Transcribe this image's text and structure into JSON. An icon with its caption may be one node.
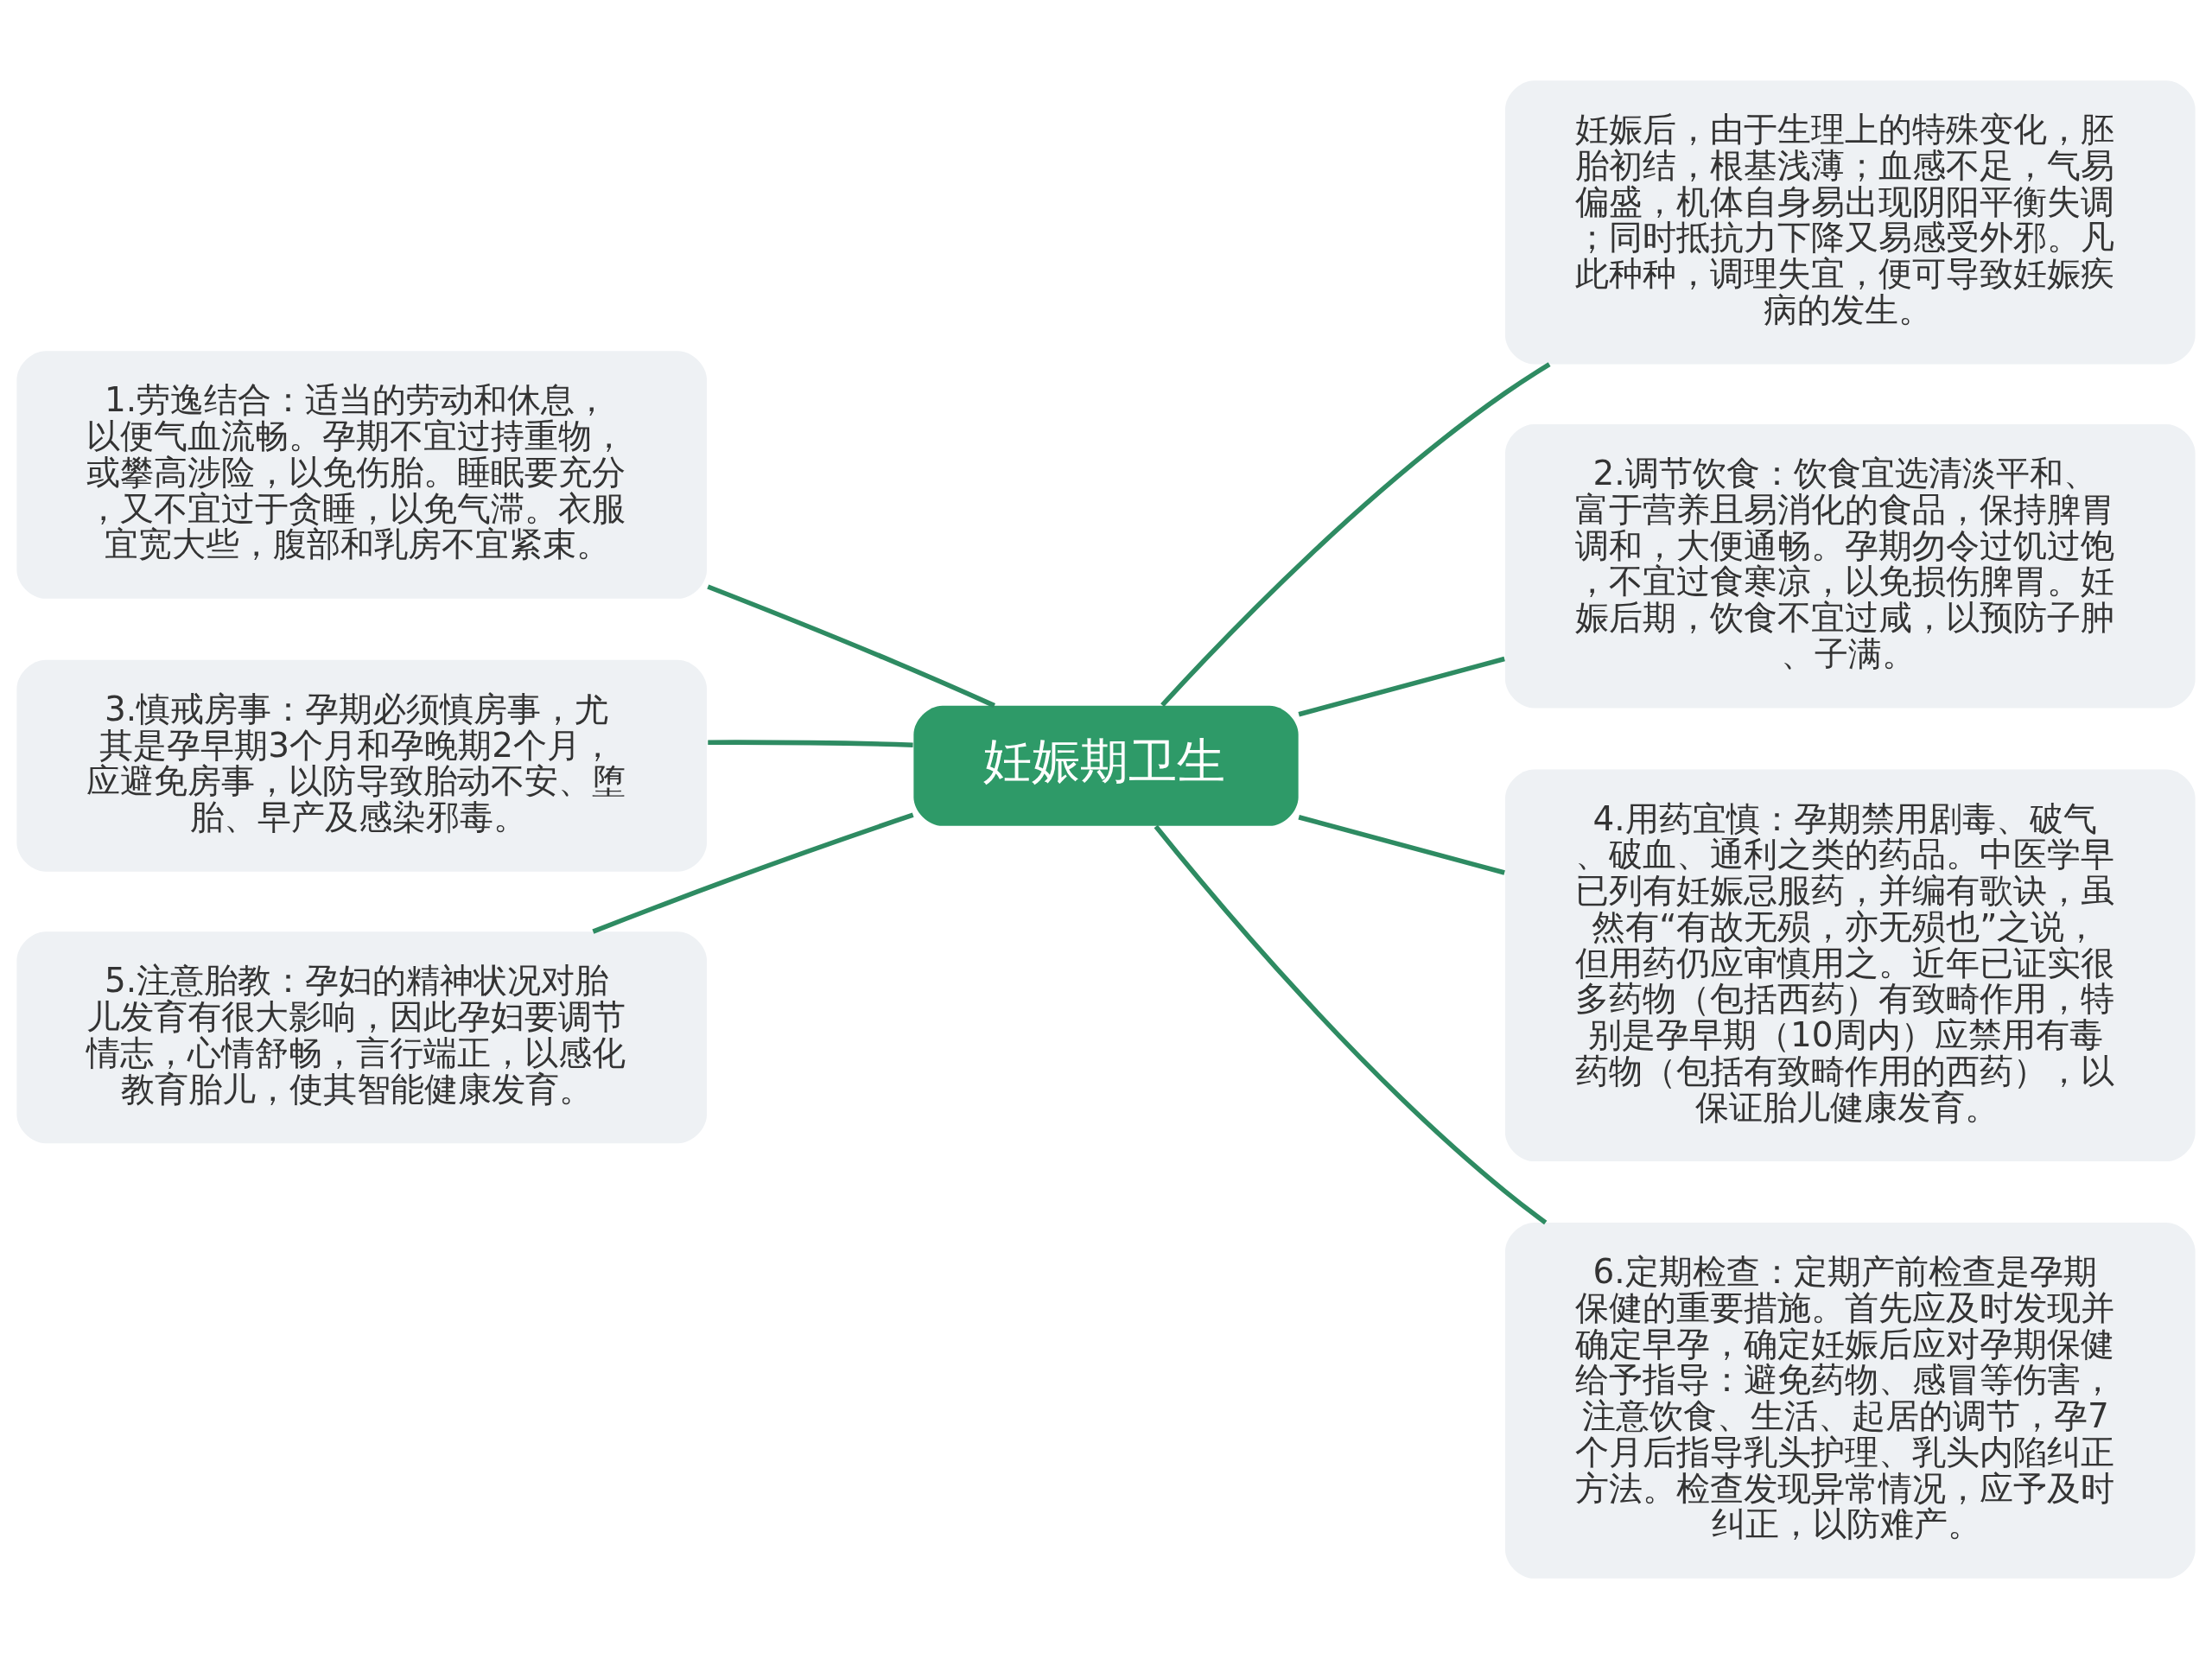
{
  "diagram": {
    "nodes": [
      {
        "text": [
          "妊娠期卫生"
        ]
      },
      {
        "text": [
          "妊娠后，由于生理上的特殊变化，胚胎初结，根基浅薄；血感不足，气易偏盛，机体自身易出现阴阳平衡失调；同时抵抗力下降又易感受外邪。凡此种种，调理失宜，便可导致妊娠疾病的发生。"
        ]
      },
      {
        "text": [
          "1.劳逸结合：适当的劳动和休息，以便气血流畅。孕期不宜过持重物，或攀高涉险，以免伤胎。睡眠要充分，又不宜过于贪睡，以免气滞。衣服宜宽大些，腹部和乳房不宜紧束。"
        ]
      },
      {
        "text": [
          "2.调节饮食：饮食宜选清淡平和、富于营养且易消化的食品，保持脾胃调和，大便通畅。孕期勿令过饥过饱，不宜过食寒凉，以免损伤脾胃。妊娠后期，饮食不宜过咸，以预防子肿、子满。"
        ]
      },
      {
        "text": [
          "3.慎戒房事：孕期必须慎房事，尤其是孕早期3个月和孕晚期2个月，应避免房事，以防导致胎动不安、堕胎、早产及感染邪毒。"
        ]
      },
      {
        "text": [
          "4.用药宜慎：孕期禁用剧毒、破气、破血、通利之类的药品。中医学早已列有妊娠忌服药，并编有歌诀，虽然有“有故无殒，亦无殒也”之说，但用药仍应审慎用之。近年已证实很多药物（包括西药）有致畸作用，特别是孕早期（10周内）应禁用有毒药物（包括有致畸作用的西药），以保证胎儿健康发育。"
        ]
      },
      {
        "text": [
          "5.注意胎教：孕妇的精神状况对胎儿发育有很大影响，因此孕妇要调节情志，心情舒畅，言行端正，以感化教育胎儿，使其智能健康发育。"
        ]
      },
      {
        "text": [
          "6.定期检查：定期产前检查是孕期保健的重要措施。首先应及时发现并确定早孕，确定妊娠后应对孕期保健给予指导：避免药物、感冒等伤害，注意饮食、生活、起居的调节，孕7个月后指导乳头护理、乳头内陷纠正方法。检查发现异常情况，应予及时纠正，以防难产。"
        ]
      }
    ],
    "edges": [
      {
        "from": 0,
        "to": 1,
        "arrow": "none"
      },
      {
        "from": 0,
        "to": 2,
        "arrow": "none"
      },
      {
        "from": 0,
        "to": 3,
        "arrow": "none"
      },
      {
        "from": 0,
        "to": 4,
        "arrow": "none"
      },
      {
        "from": 0,
        "to": 5,
        "arrow": "none"
      },
      {
        "from": 0,
        "to": 6,
        "arrow": "none"
      },
      {
        "from": 0,
        "to": 7,
        "arrow": "none"
      }
    ]
  }
}
